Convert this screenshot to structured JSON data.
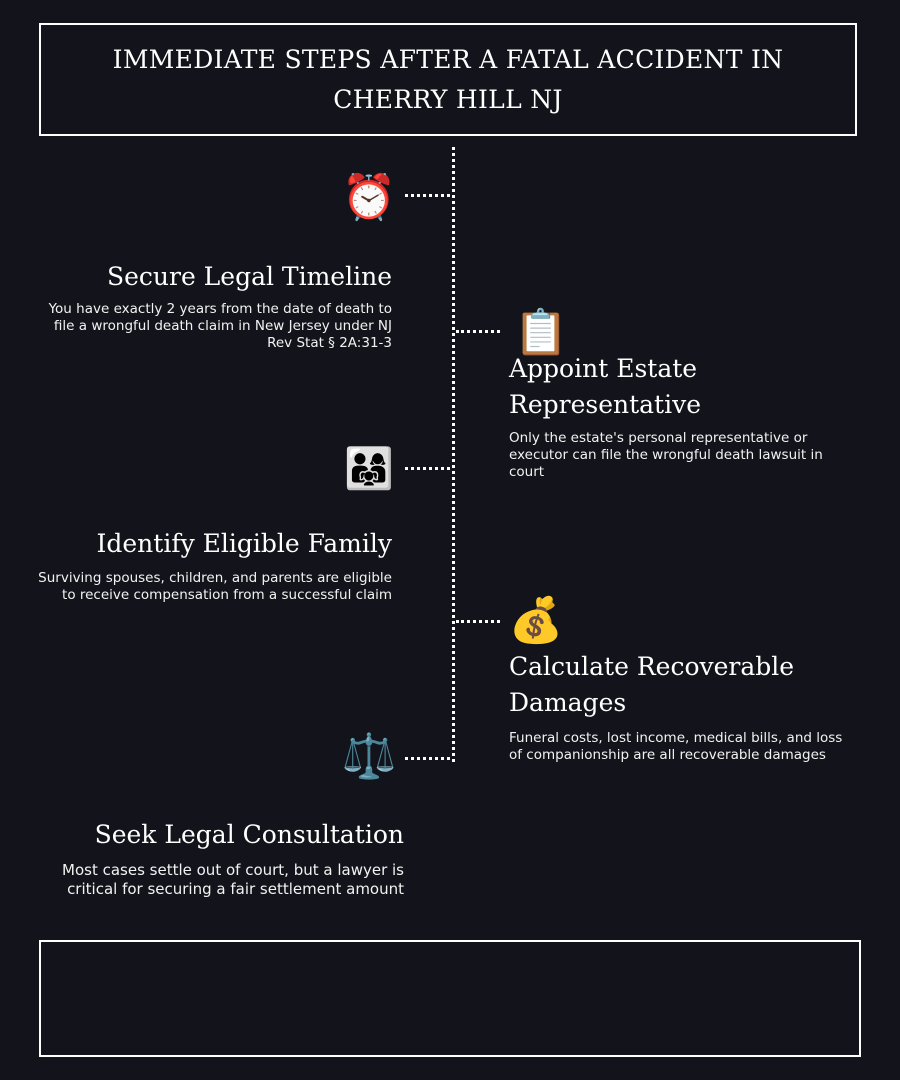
{
  "header": {
    "title": "IMMEDIATE STEPS AFTER A FATAL ACCIDENT IN CHERRY HILL NJ"
  },
  "steps": [
    {
      "icon": "alarm-clock-icon",
      "glyph": "⏰",
      "title": "Secure Legal Timeline",
      "description": "You have exactly 2 years from the date of death to file a wrongful death claim in New Jersey under NJ Rev Stat § 2A:31-3"
    },
    {
      "icon": "clipboard-icon",
      "glyph": "📋",
      "title": "Appoint Estate Representative",
      "description": "Only the estate's personal representative or executor can file the wrongful death lawsuit in court"
    },
    {
      "icon": "family-icon",
      "glyph": "👨‍👩‍👧",
      "title": "Identify Eligible Family",
      "description": "Surviving spouses, children, and parents are eligible to receive compensation from a successful claim"
    },
    {
      "icon": "money-bag-icon",
      "glyph": "💰",
      "title": "Calculate Recoverable Damages",
      "description": "Funeral costs, lost income, medical bills, and loss of companionship are all recoverable damages"
    },
    {
      "icon": "scales-icon",
      "glyph": "⚖️",
      "title": "Seek Legal Consultation",
      "description": "Most cases settle out of court, but a lawyer is critical for securing a fair settlement amount"
    }
  ]
}
